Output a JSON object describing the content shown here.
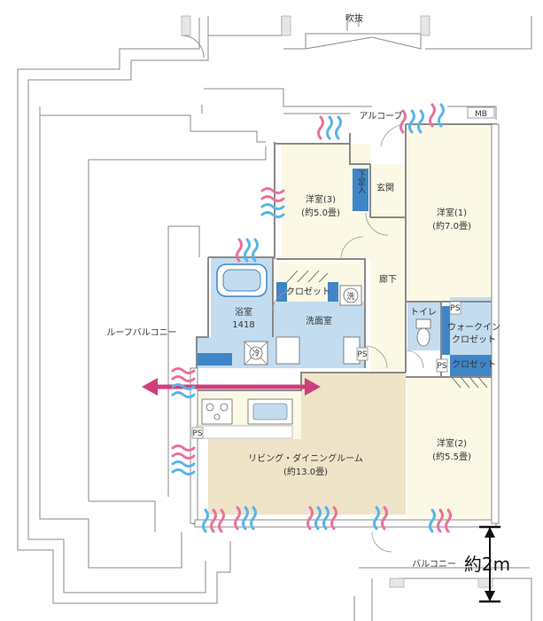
{
  "labels": {
    "fukinuke": "吹抜",
    "alcove": "アルコーブ",
    "mb": "MB",
    "roof_balcony": "ルーフバルコニー",
    "western3_name": "洋室(3)",
    "western3_size": "(約5.0畳)",
    "western1_name": "洋室(1)",
    "western1_size": "(約7.0畳)",
    "western2_name": "洋室(2)",
    "western2_size": "(約5.5畳)",
    "entrance": "玄関",
    "shoe_box": "下足入",
    "hallway": "廊下",
    "closet_main": "クロゼット",
    "washroom": "洗面室",
    "bathroom_name": "浴室",
    "bathroom_size": "1418",
    "toilet": "トイレ",
    "walkin_line1": "ウォークイン",
    "walkin_line2": "クロゼット",
    "closet_room2": "クロゼット",
    "living_name": "リビング・ダイニングルーム",
    "living_size": "(約13.0畳)",
    "balcony": "バルコニー",
    "depth_note": "約2m",
    "ps": "PS",
    "wash_mark": "洗",
    "fridge_mark": "冷"
  },
  "colors": {
    "floor_wood": "#efe3c8",
    "wet_area": "#c3dcef",
    "storage_blue": "#3f86c8",
    "room_cream": "#fbf8e6",
    "wind_pink": "#e8729e",
    "wind_blue": "#58b4ea",
    "arrow_magenta": "#cf3f7b",
    "wall": "#8a8a8a"
  },
  "icons": [
    "airflow-icon",
    "cross-ventilation-arrow-icon",
    "dimension-arrow-icon",
    "washing-machine-icon",
    "refrigerator-icon",
    "bathtub-icon",
    "stove-icon",
    "toilet-icon"
  ]
}
